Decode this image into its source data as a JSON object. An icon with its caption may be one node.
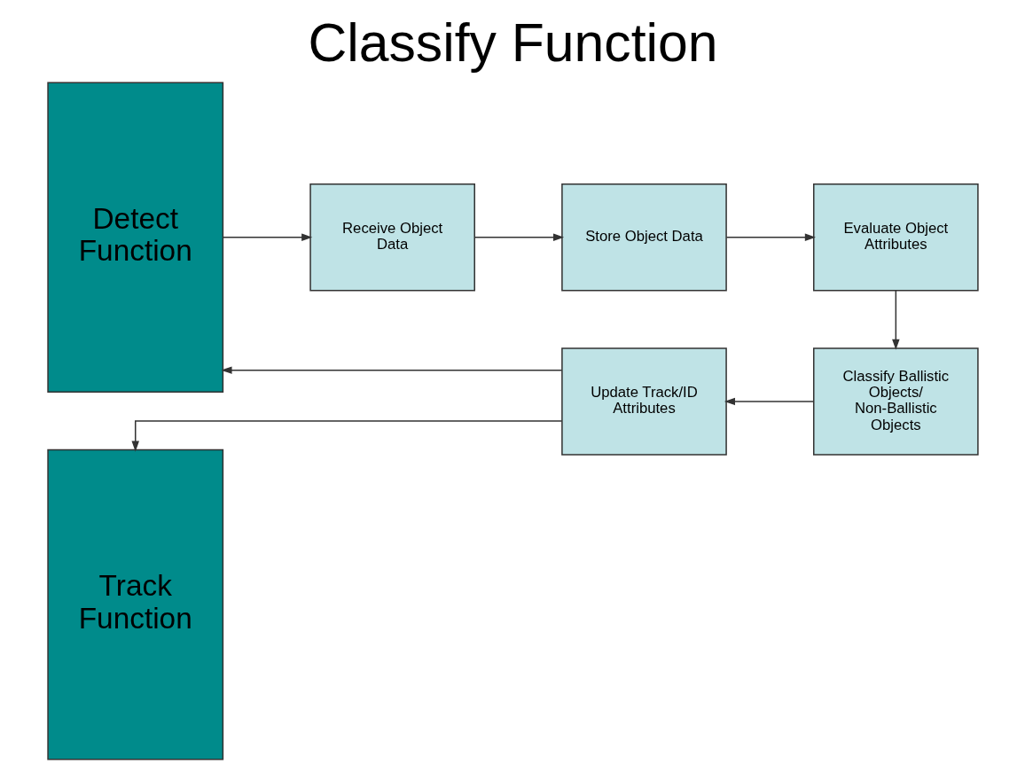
{
  "diagram": {
    "title": "Classify Function",
    "nodes": [
      {
        "text": [
          "Detect Function"
        ]
      },
      {
        "text": [
          "Receive Object Data"
        ]
      },
      {
        "text": [
          "Store Object Data"
        ]
      },
      {
        "text": [
          "Evaluate Object Attributes"
        ]
      },
      {
        "text": [
          "Classify Ballistic Objects/ Non-Ballistic Objects"
        ]
      },
      {
        "text": [
          "Update Track/ID Attributes"
        ]
      },
      {
        "text": [
          "Track Function"
        ]
      }
    ],
    "edges": [
      {
        "from": 0,
        "to": 1,
        "arrow": "to"
      },
      {
        "from": 1,
        "to": 2,
        "arrow": "to"
      },
      {
        "from": 2,
        "to": 3,
        "arrow": "to"
      },
      {
        "from": 3,
        "to": 4,
        "arrow": "to"
      },
      {
        "from": 4,
        "to": 5,
        "arrow": "to"
      },
      {
        "from": 5,
        "to": 0,
        "arrow": "to"
      },
      {
        "from": 5,
        "to": 6,
        "arrow": "to"
      }
    ]
  }
}
